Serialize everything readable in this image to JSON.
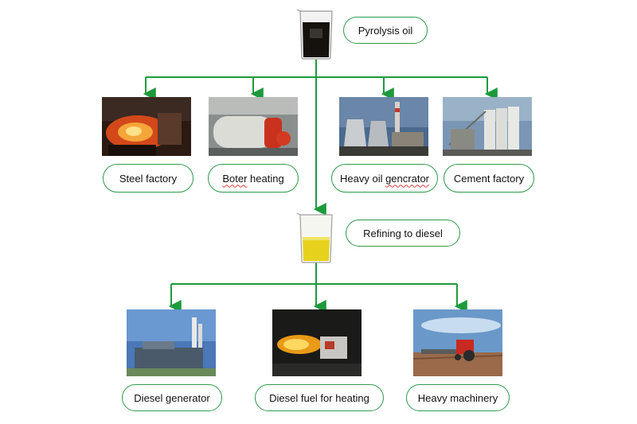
{
  "nodes": {
    "pyrolysis_oil": "Pyrolysis oil",
    "refining": "Refining to diesel",
    "level1": [
      {
        "id": "steel",
        "label": "Steel factory",
        "squiggle": ""
      },
      {
        "id": "boiler",
        "label_parts": [
          "Boter",
          " heating"
        ],
        "squiggle": "Boter"
      },
      {
        "id": "heavy-oil",
        "label_parts": [
          "Heavy oil ",
          "gencrator"
        ],
        "squiggle": "gencrator"
      },
      {
        "id": "cement",
        "label": "Cement factory",
        "squiggle": ""
      }
    ],
    "level2": [
      {
        "id": "diesel-generator",
        "label": "Diesel generator"
      },
      {
        "id": "diesel-heating",
        "label": "Diesel fuel for heating"
      },
      {
        "id": "machinery",
        "label": "Heavy machinery"
      }
    ]
  },
  "colors": {
    "arrow": "#1e9a3c",
    "pill_border": "#2e9a4a",
    "squiggle": "#d94040",
    "dark_oil": "#15120e",
    "diesel": "#e6d21c"
  },
  "icons": {
    "pyrolysis": "beaker-dark-oil-icon",
    "refining": "beaker-diesel-icon"
  }
}
